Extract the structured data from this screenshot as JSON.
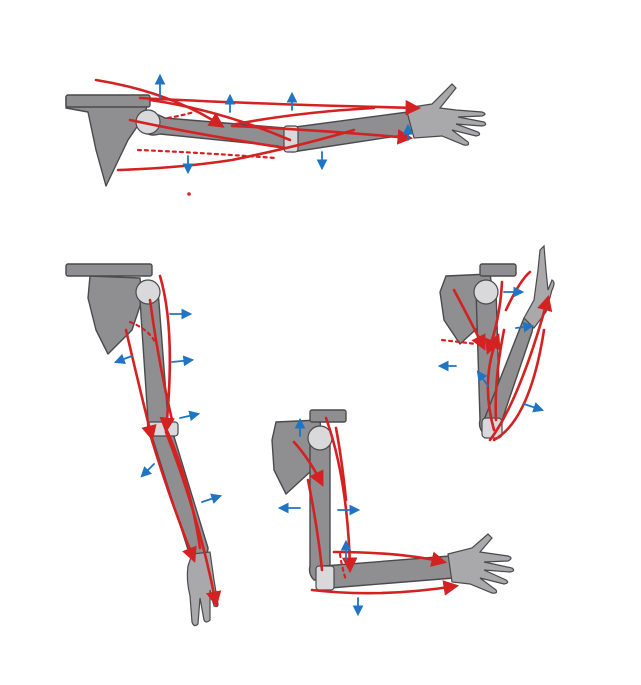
{
  "colors": {
    "bone": "#8f8f92",
    "bone_outline": "#4a4a4c",
    "muscle_line": "#d42121",
    "force_arrow": "#1f74c4",
    "background": "#ffffff"
  },
  "figures": [
    {
      "name": "arm-extended-horizontal",
      "pose": "horizontal"
    },
    {
      "name": "arm-hanging-vertical",
      "pose": "vertical"
    },
    {
      "name": "arm-bent-right-angle",
      "pose": "elbow-90"
    },
    {
      "name": "arm-fully-flexed",
      "pose": "elbow-flexed"
    }
  ]
}
